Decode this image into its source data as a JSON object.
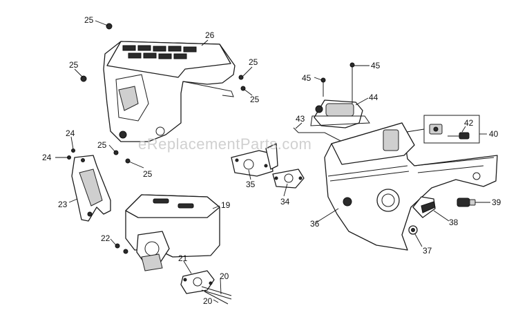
{
  "watermark": "eReplacementParts.com",
  "callouts": {
    "c19": "19",
    "c20a": "20",
    "c20b": "20",
    "c21": "21",
    "c22": "22",
    "c23": "23",
    "c24a": "24",
    "c24b": "24",
    "c25a": "25",
    "c25b": "25",
    "c25c": "25",
    "c25d": "25",
    "c25e": "25",
    "c25f": "25",
    "c26": "26",
    "c34": "34",
    "c35": "35",
    "c36": "36",
    "c37": "37",
    "c38": "38",
    "c39": "39",
    "c40": "40",
    "c42": "42",
    "c43": "43",
    "c44": "44",
    "c45a": "45",
    "c45b": "45"
  },
  "colors": {
    "line": "#1a1a1a",
    "watermark": "#c8c8c8",
    "background": "#ffffff"
  }
}
